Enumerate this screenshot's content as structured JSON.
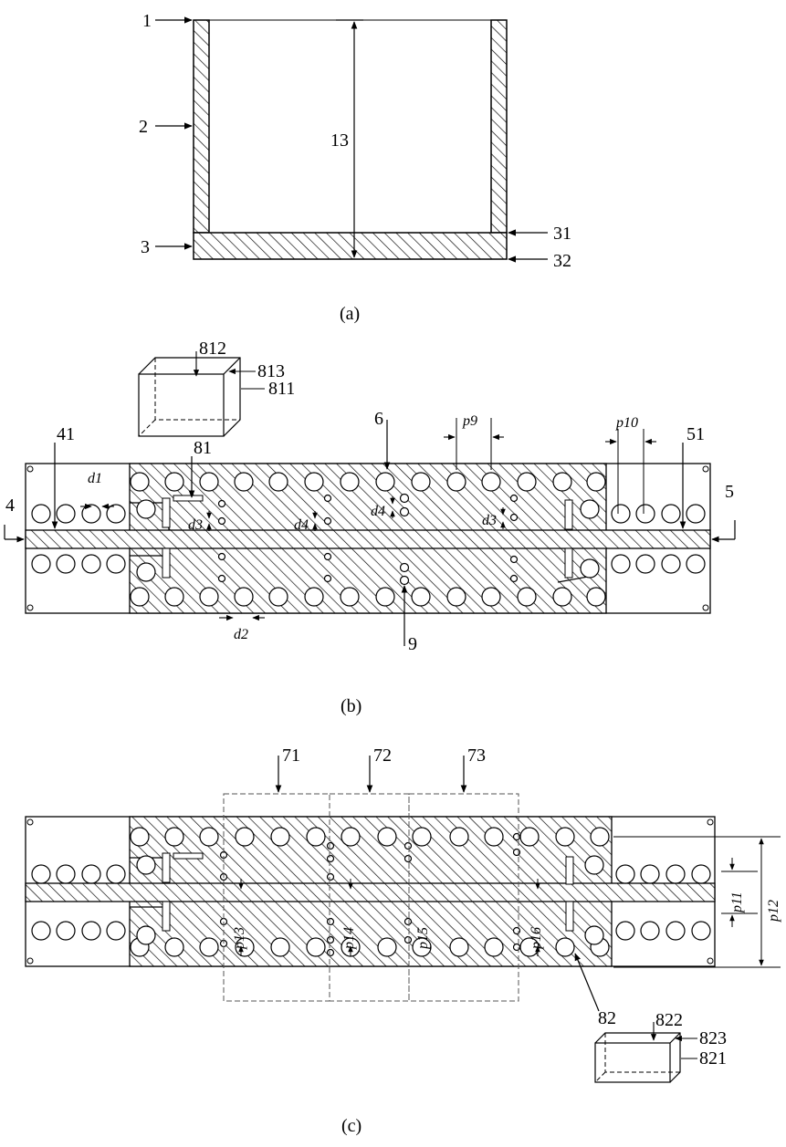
{
  "panel_a": {
    "caption": "(a)",
    "labels": [
      "1",
      "2",
      "3",
      "13",
      "31",
      "32"
    ]
  },
  "panel_b": {
    "caption": "(b)",
    "labels": [
      "4",
      "41",
      "5",
      "51",
      "6",
      "9",
      "81",
      "811",
      "812",
      "813"
    ],
    "dims": [
      "d1",
      "d2",
      "d3",
      "d3",
      "d4",
      "d4",
      "p9",
      "p10"
    ]
  },
  "panel_c": {
    "caption": "(c)",
    "labels": [
      "71",
      "72",
      "73",
      "82",
      "821",
      "822",
      "823"
    ],
    "dims": [
      "p11",
      "p12",
      "p13",
      "p14",
      "p15",
      "p16"
    ]
  },
  "colors": {
    "line": "#000000",
    "hatch": "#000000",
    "background": "#ffffff"
  }
}
